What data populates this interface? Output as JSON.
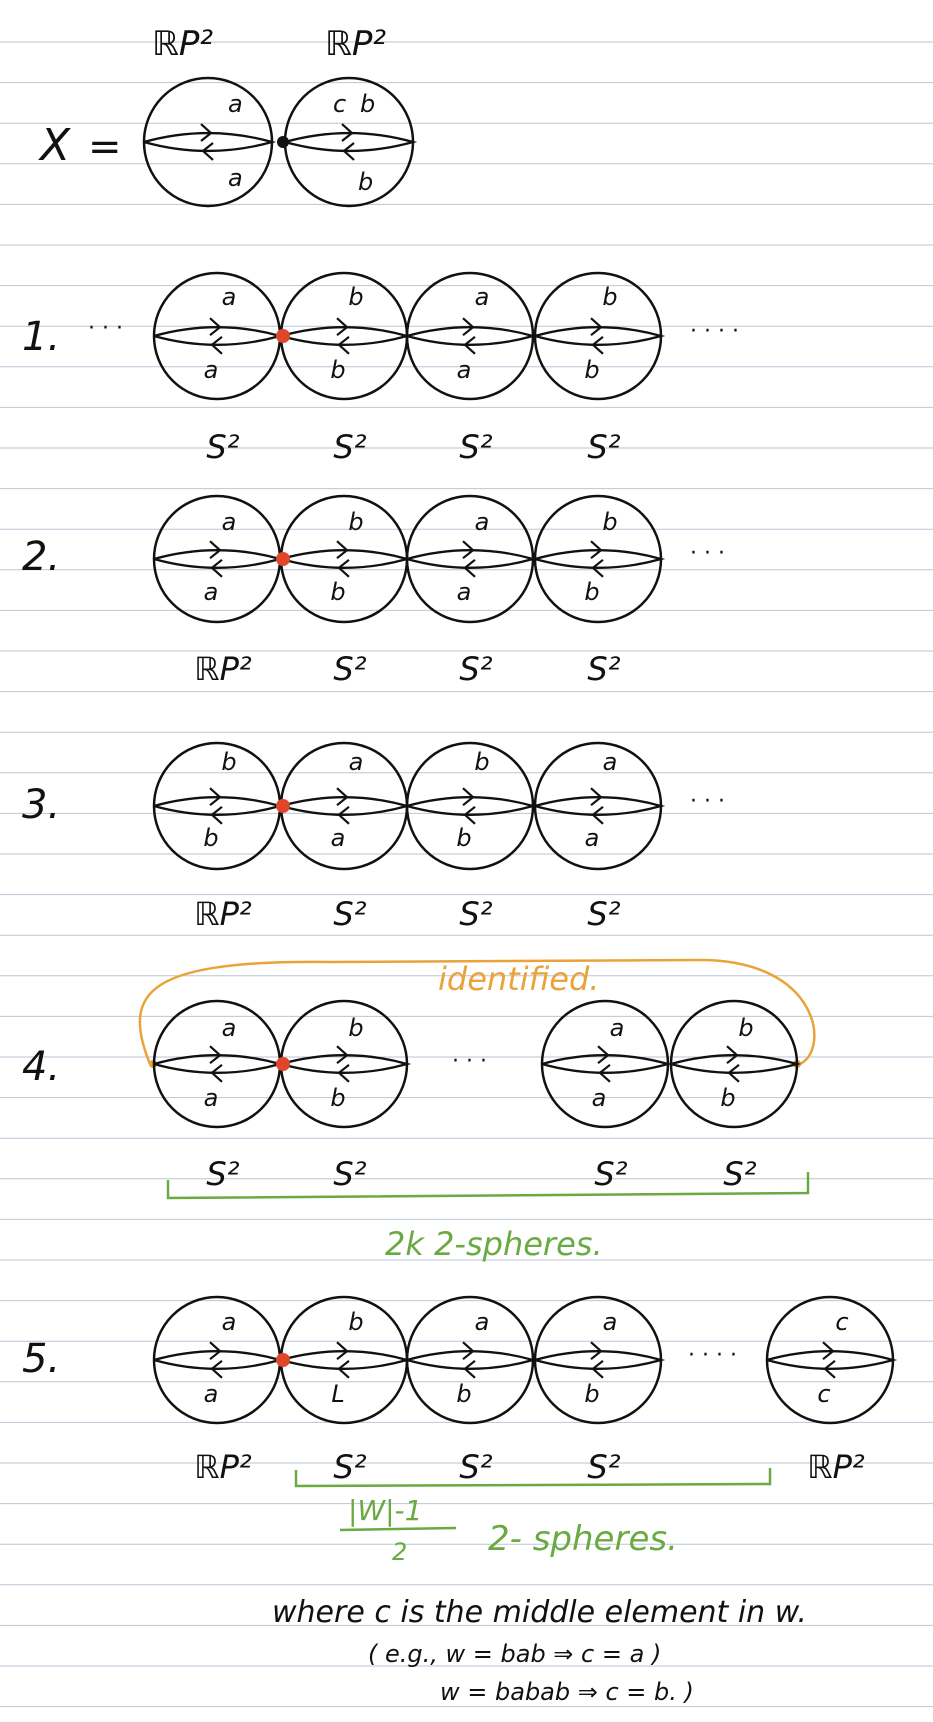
{
  "colors": {
    "ink": "#111111",
    "rule": "#b9c6d8",
    "dot": "#e0472a",
    "orange": "#e9a33a",
    "green": "#6aaa42"
  },
  "top": {
    "X": "X",
    "eq": "=",
    "rp1": "ℝP²",
    "rp2": "ℝP²",
    "a1": "a",
    "a2": "a",
    "b1": "b",
    "b2": "b",
    "c1": "c"
  },
  "row1": {
    "num": "1.",
    "lead": "· · ·",
    "trail": "· · · ·",
    "top": [
      "a",
      "b",
      "a",
      "b"
    ],
    "bot": [
      "a",
      "b",
      "a",
      "b"
    ],
    "under": [
      "S²",
      "S²",
      "S²",
      "S²"
    ]
  },
  "row2": {
    "num": "2.",
    "trail": "· · ·",
    "top": [
      "a",
      "b",
      "a",
      "b"
    ],
    "bot": [
      "a",
      "b",
      "a",
      "b"
    ],
    "under": [
      "ℝP²",
      "S²",
      "S²",
      "S²"
    ]
  },
  "row3": {
    "num": "3.",
    "trail": "· · ·",
    "top": [
      "b",
      "a",
      "b",
      "a"
    ],
    "bot": [
      "b",
      "a",
      "b",
      "a"
    ],
    "under": [
      "ℝP²",
      "S²",
      "S²",
      "S²"
    ]
  },
  "row4": {
    "num": "4.",
    "mid": "· · ·",
    "identified": "identified.",
    "top": [
      "a",
      "b",
      "a",
      "b"
    ],
    "bot": [
      "a",
      "b",
      "a",
      "b"
    ],
    "under": [
      "S²",
      "S²",
      "S²",
      "S²"
    ],
    "brace": "2k  2-spheres."
  },
  "row5": {
    "num": "5.",
    "trail": "· · · ·",
    "top": [
      "a",
      "b",
      "a",
      "a",
      "c"
    ],
    "bot": [
      "a",
      "L",
      "b",
      "b",
      "c"
    ],
    "under": [
      "ℝP²",
      "S²",
      "S²",
      "S²",
      "ℝP²"
    ],
    "frac_num": "|W|-1",
    "frac_den": "2",
    "brace_label": "2- spheres."
  },
  "note": {
    "line1": "where  c is the middle element  in  w.",
    "ex1": "( e.g.,  w = bab ⇒ c = a )",
    "ex2": "w = babab ⇒ c = b. )"
  }
}
